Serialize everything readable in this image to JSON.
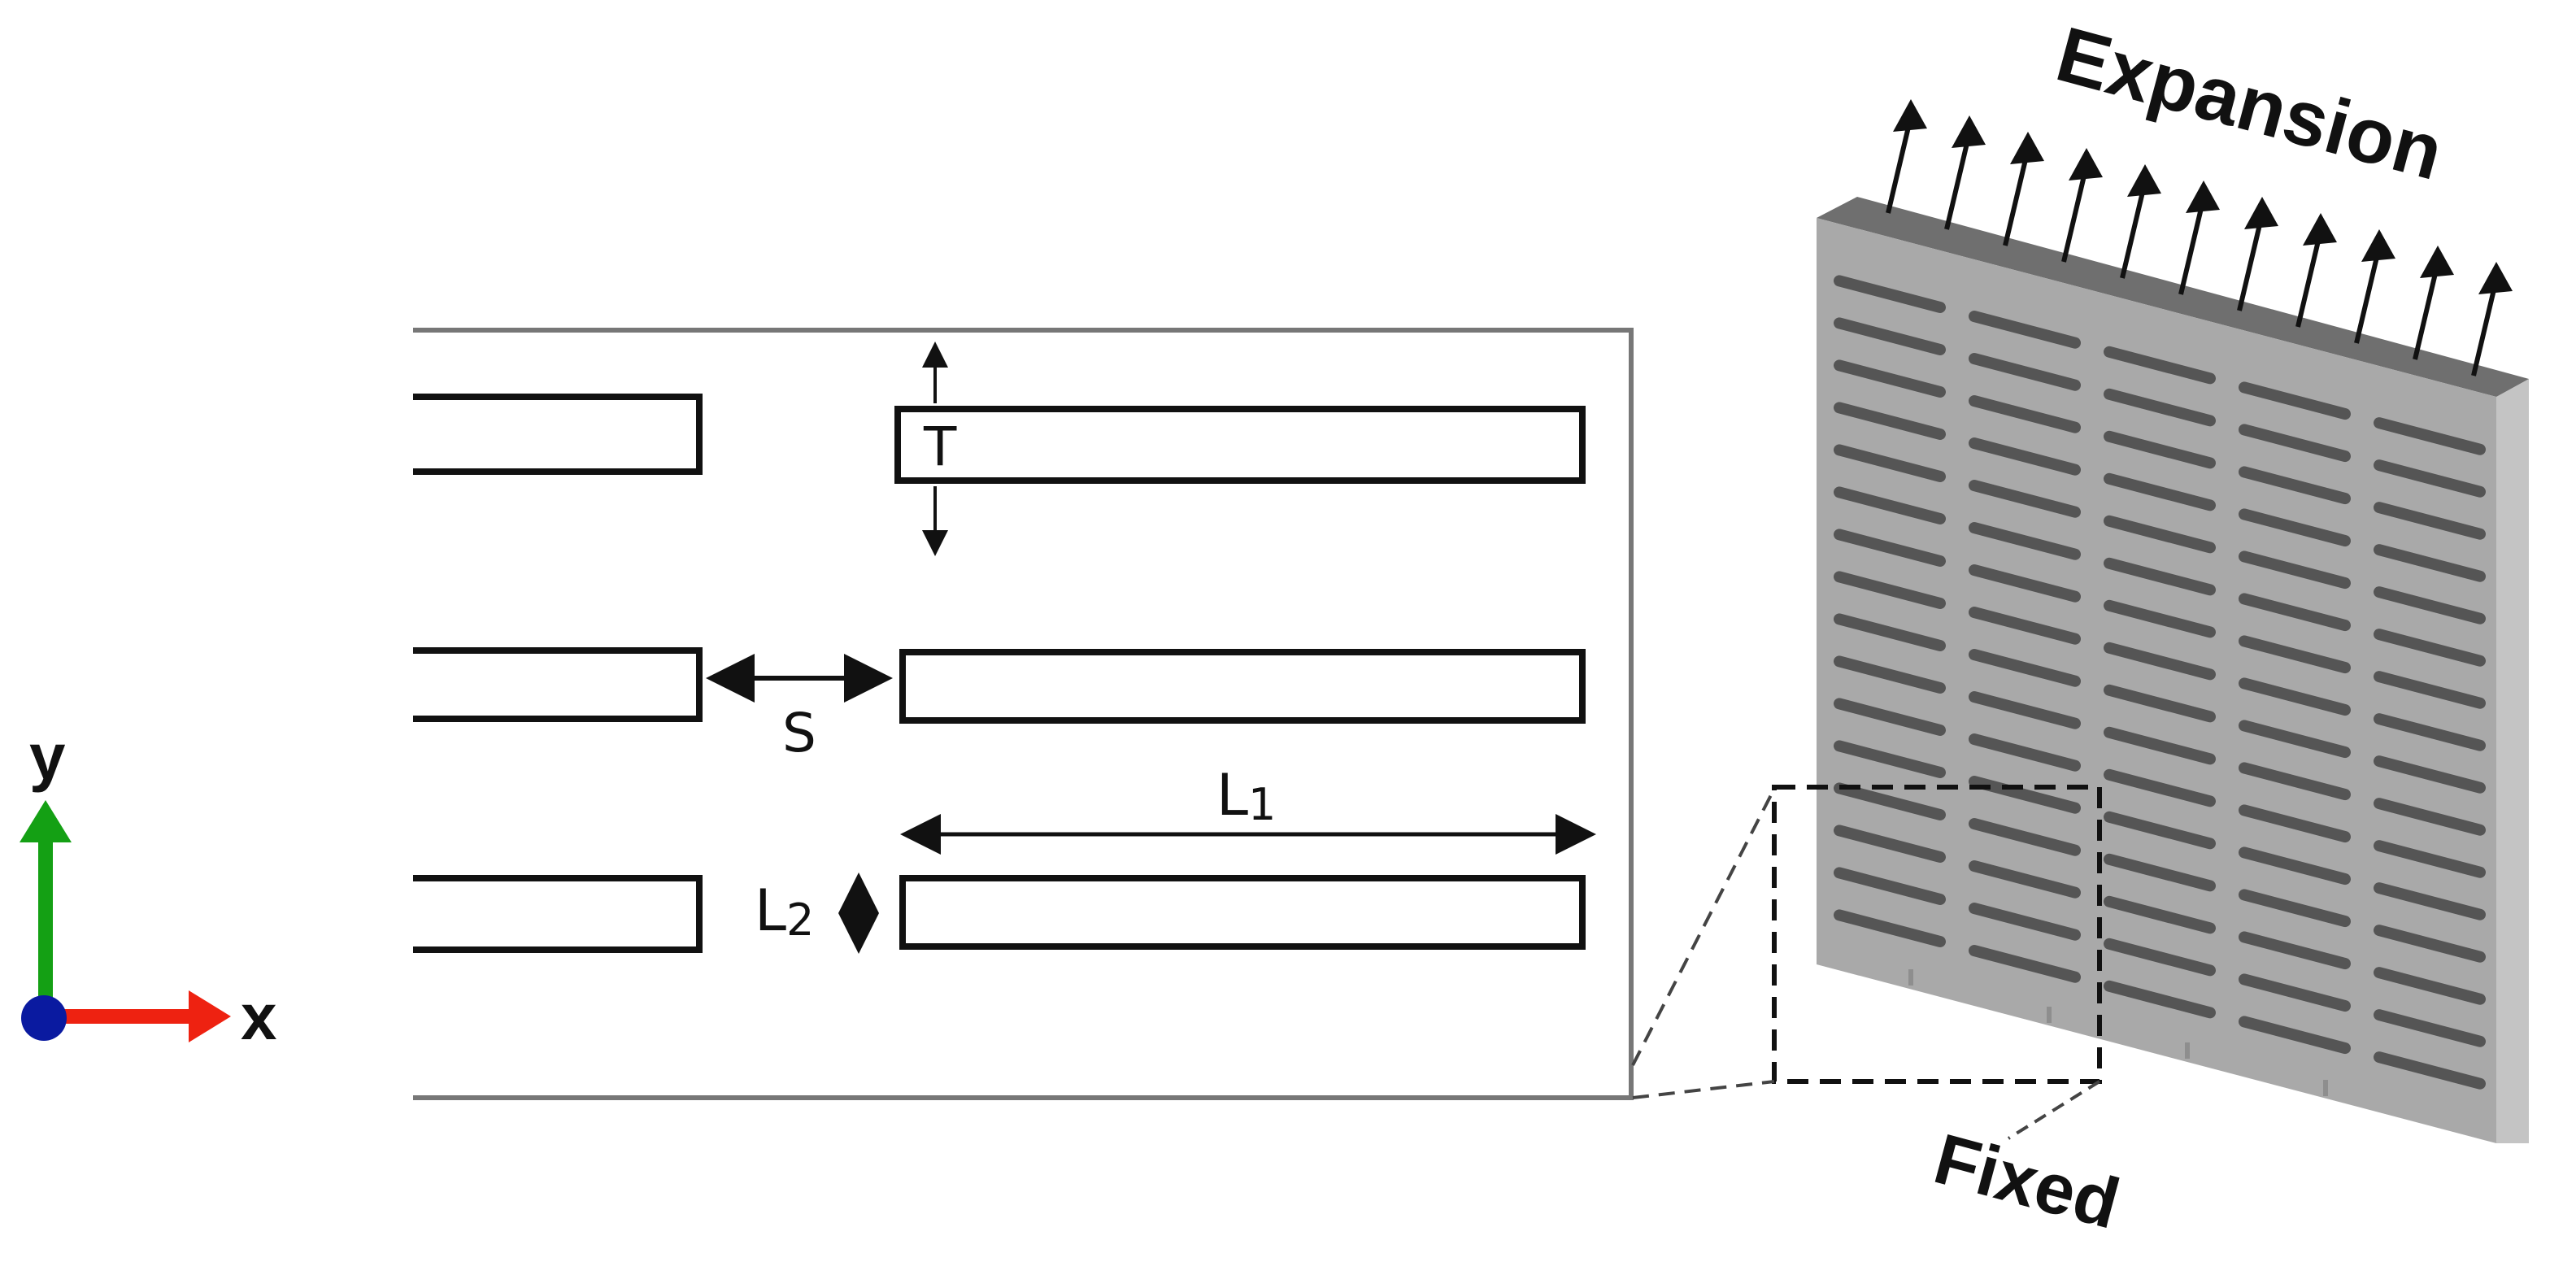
{
  "labels": {
    "T": "T",
    "S": "S",
    "L1_main": "L",
    "L1_sub": "1",
    "L2_main": "L",
    "L2_sub": "2",
    "axis_y": "y",
    "axis_x": "x",
    "expansion": "Expansion",
    "fixed": "Fixed"
  },
  "colors": {
    "axis_y": "#14a014",
    "axis_x": "#ee2211",
    "origin": "#0a1aa0",
    "plate_face": "#a9a9a9",
    "plate_top": "#6f6f6f",
    "plate_side": "#c4c4c4",
    "slot": "#555555",
    "outline": "#111111",
    "frame": "#777777"
  },
  "icons": {
    "up_arrow": "arrow-up-icon",
    "double_arrow": "double-arrow-icon"
  }
}
